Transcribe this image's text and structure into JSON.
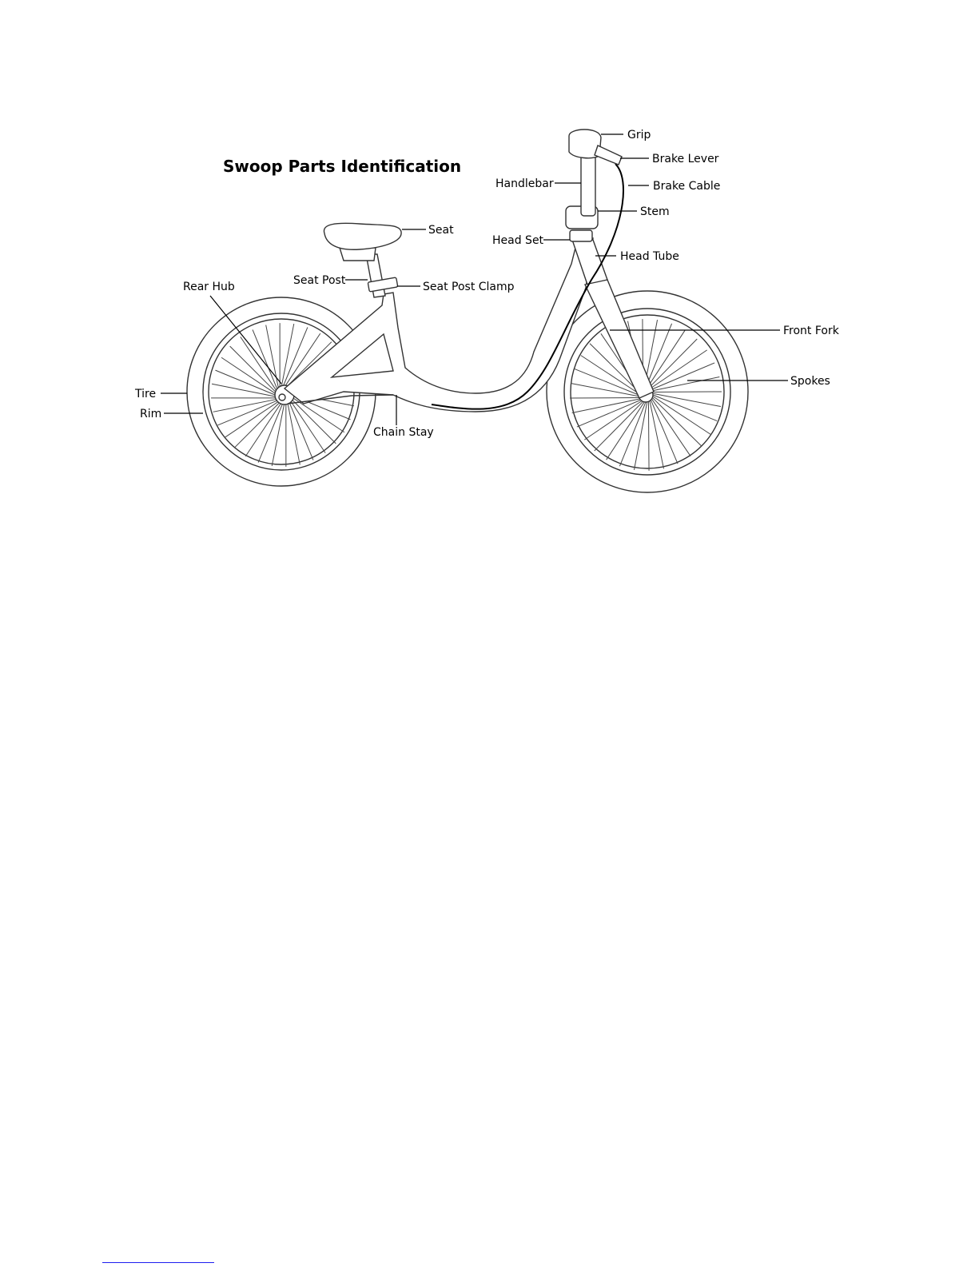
{
  "title": "Swoop Parts Identification",
  "labels": {
    "grip": "Grip",
    "brake_lever": "Brake Lever",
    "brake_cable": "Brake Cable",
    "handlebar": "Handlebar",
    "stem": "Stem",
    "seat": "Seat",
    "head_set": "Head Set",
    "head_tube": "Head Tube",
    "seat_post": "Seat Post",
    "seat_post_clamp": "Seat Post Clamp",
    "rear_hub": "Rear Hub",
    "front_fork": "Front Fork",
    "spokes": "Spokes",
    "tire": "Tire",
    "rim": "Rim",
    "chain_stay": "Chain Stay"
  }
}
